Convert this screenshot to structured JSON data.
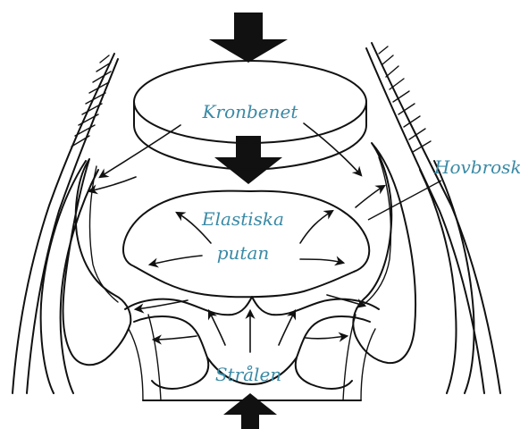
{
  "labels": {
    "kronbenet": "Kronbenet",
    "elastiska_line1": "Elastiska",
    "elastiska_line2": "putan",
    "stralen": "Strålen",
    "hovbrosk": "Hovbrosk"
  },
  "colors": {
    "label": "#3a8aa6",
    "ink": "#111111",
    "background": "#ffffff"
  },
  "icons": {
    "top_arrow": "down-arrow-icon",
    "middle_arrow": "down-arrow-icon",
    "bottom_arrow": "up-arrow-icon"
  }
}
